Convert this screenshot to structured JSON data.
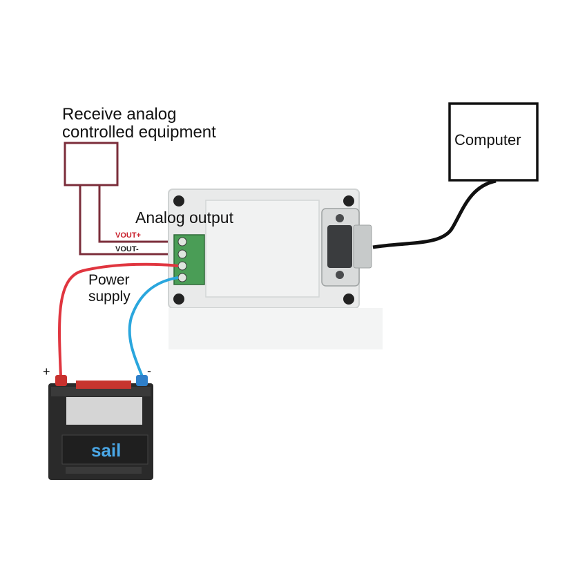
{
  "equipment": {
    "label_line1": "Receive analog",
    "label_line2": "controlled equipment"
  },
  "module": {
    "analog_output_label": "Analog output",
    "vout_plus": "VOUT+",
    "vout_minus": "VOUT-"
  },
  "power": {
    "label_line1": "Power",
    "label_line2": "supply"
  },
  "computer": {
    "label": "Computer"
  },
  "battery": {
    "brand": "sail",
    "plus": "+",
    "minus": "-"
  },
  "colors": {
    "equipment_box": "#7b2d3a",
    "red_wire": "#e0353f",
    "blue_wire": "#2aa6dd",
    "cable": "#111111",
    "terminal_green": "#4a9d56",
    "battery_body": "#2a2a2a",
    "label_red": "#c81f2b"
  }
}
